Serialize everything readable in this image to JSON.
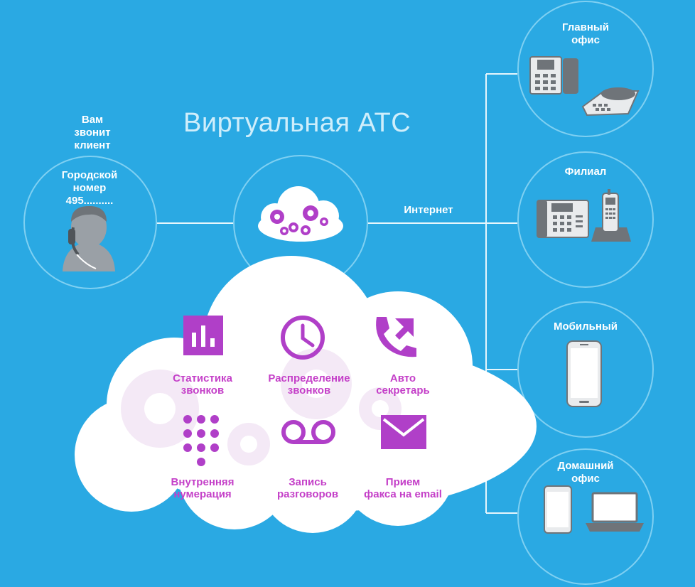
{
  "title": "Виртуальная АТС",
  "client": {
    "calls_line1": "Вам",
    "calls_line2": "звонит",
    "calls_line3": "клиент",
    "number_line1": "Городской",
    "number_line2": "номер",
    "number_line3": "495.........."
  },
  "internet_label": "Интернет",
  "endpoints": {
    "main_office_line1": "Главный",
    "main_office_line2": "офис",
    "branch": "Филиал",
    "mobile": "Мобильный",
    "home_office_line1": "Домашний",
    "home_office_line2": "офис"
  },
  "features": {
    "stats_line1": "Статистика",
    "stats_line2": "звонков",
    "distribution_line1": "Распределение",
    "distribution_line2": "звонков",
    "auto_line1": "Авто",
    "auto_line2": "секретарь",
    "internal_line1": "Внутренняя",
    "internal_line2": "нумерация",
    "record_line1": "Запись",
    "record_line2": "разговоров",
    "fax_line1": "Прием",
    "fax_line2": "факса на email"
  },
  "colors": {
    "background": "#2aa9e3",
    "accent": "#b03fc8",
    "cloud": "#ffffff",
    "device_gray": "#6f7479"
  },
  "icons": [
    "client-operator-icon",
    "gears-cloud-icon",
    "desk-phone-icon",
    "conference-phone-icon",
    "cordless-phone-icon",
    "smartphone-icon",
    "laptop-icon",
    "bar-chart-icon",
    "clock-icon",
    "phone-forward-icon",
    "keypad-icon",
    "voicemail-icon",
    "envelope-icon"
  ]
}
